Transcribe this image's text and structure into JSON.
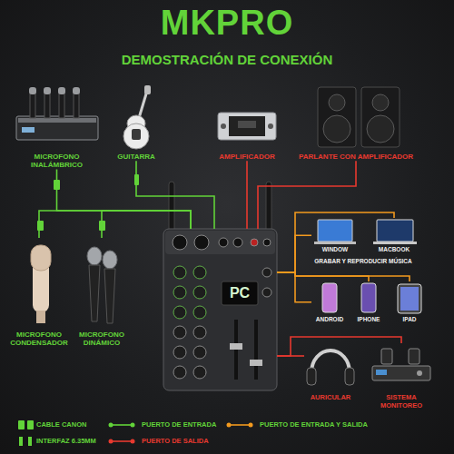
{
  "diagram": {
    "title": "MKPRO",
    "nodes": [
      {
        "text": [
          "MICROFONO INALÁMBRICO"
        ]
      },
      {
        "text": [
          "GUITARRA"
        ]
      },
      {
        "text": [
          "AMPLIFICADOR"
        ]
      },
      {
        "text": [
          "PARLANTE CON AMPLIFICADOR"
        ]
      },
      {
        "text": [
          "MICROFONO CONDENSADOR"
        ]
      },
      {
        "text": [
          "MICROFONO DINÁMICO"
        ]
      },
      {
        "text": [
          "PC"
        ]
      },
      {
        "text": [
          "WINDOW"
        ]
      },
      {
        "text": [
          "MACBOOK"
        ]
      },
      {
        "text": [
          "ANDROID"
        ]
      },
      {
        "text": [
          "IPHONE"
        ]
      },
      {
        "text": [
          "IPAD"
        ]
      },
      {
        "text": [
          "AURICULAR"
        ]
      },
      {
        "text": [
          "SISTEMA MONITOREO"
        ]
      }
    ],
    "edges": [
      {
        "from": 0,
        "to": 6,
        "arrow": "none"
      },
      {
        "from": 1,
        "to": 6,
        "arrow": "none"
      },
      {
        "from": 4,
        "to": 6,
        "arrow": "none"
      },
      {
        "from": 5,
        "to": 6,
        "arrow": "none"
      },
      {
        "from": 6,
        "to": 2,
        "arrow": "none"
      },
      {
        "from": 6,
        "to": 3,
        "arrow": "none"
      },
      {
        "from": 6,
        "to": 7,
        "arrow": "none"
      },
      {
        "from": 6,
        "to": 8,
        "arrow": "none"
      },
      {
        "from": 6,
        "to": 9,
        "arrow": "none"
      },
      {
        "from": 6,
        "to": 10,
        "arrow": "none"
      },
      {
        "from": 6,
        "to": 11,
        "arrow": "none"
      },
      {
        "from": 6,
        "to": 12,
        "arrow": "none"
      },
      {
        "from": 6,
        "to": 13,
        "arrow": "none"
      }
    ],
    "labels": [
      "DEMOSTRACIÓN DE CONEXIÓN",
      "GRABAR Y REPRODUCIR MÚSICA"
    ],
    "legend": [
      {
        "text": "CABLE CANON"
      },
      {
        "text": "INTERFAZ 6.35MM"
      },
      {
        "text": "PUERTO DE ENTRADA"
      },
      {
        "text": "PUERTO DE SALIDA"
      },
      {
        "text": "PUERTO DE ENTRADA Y SALIDA"
      }
    ]
  }
}
